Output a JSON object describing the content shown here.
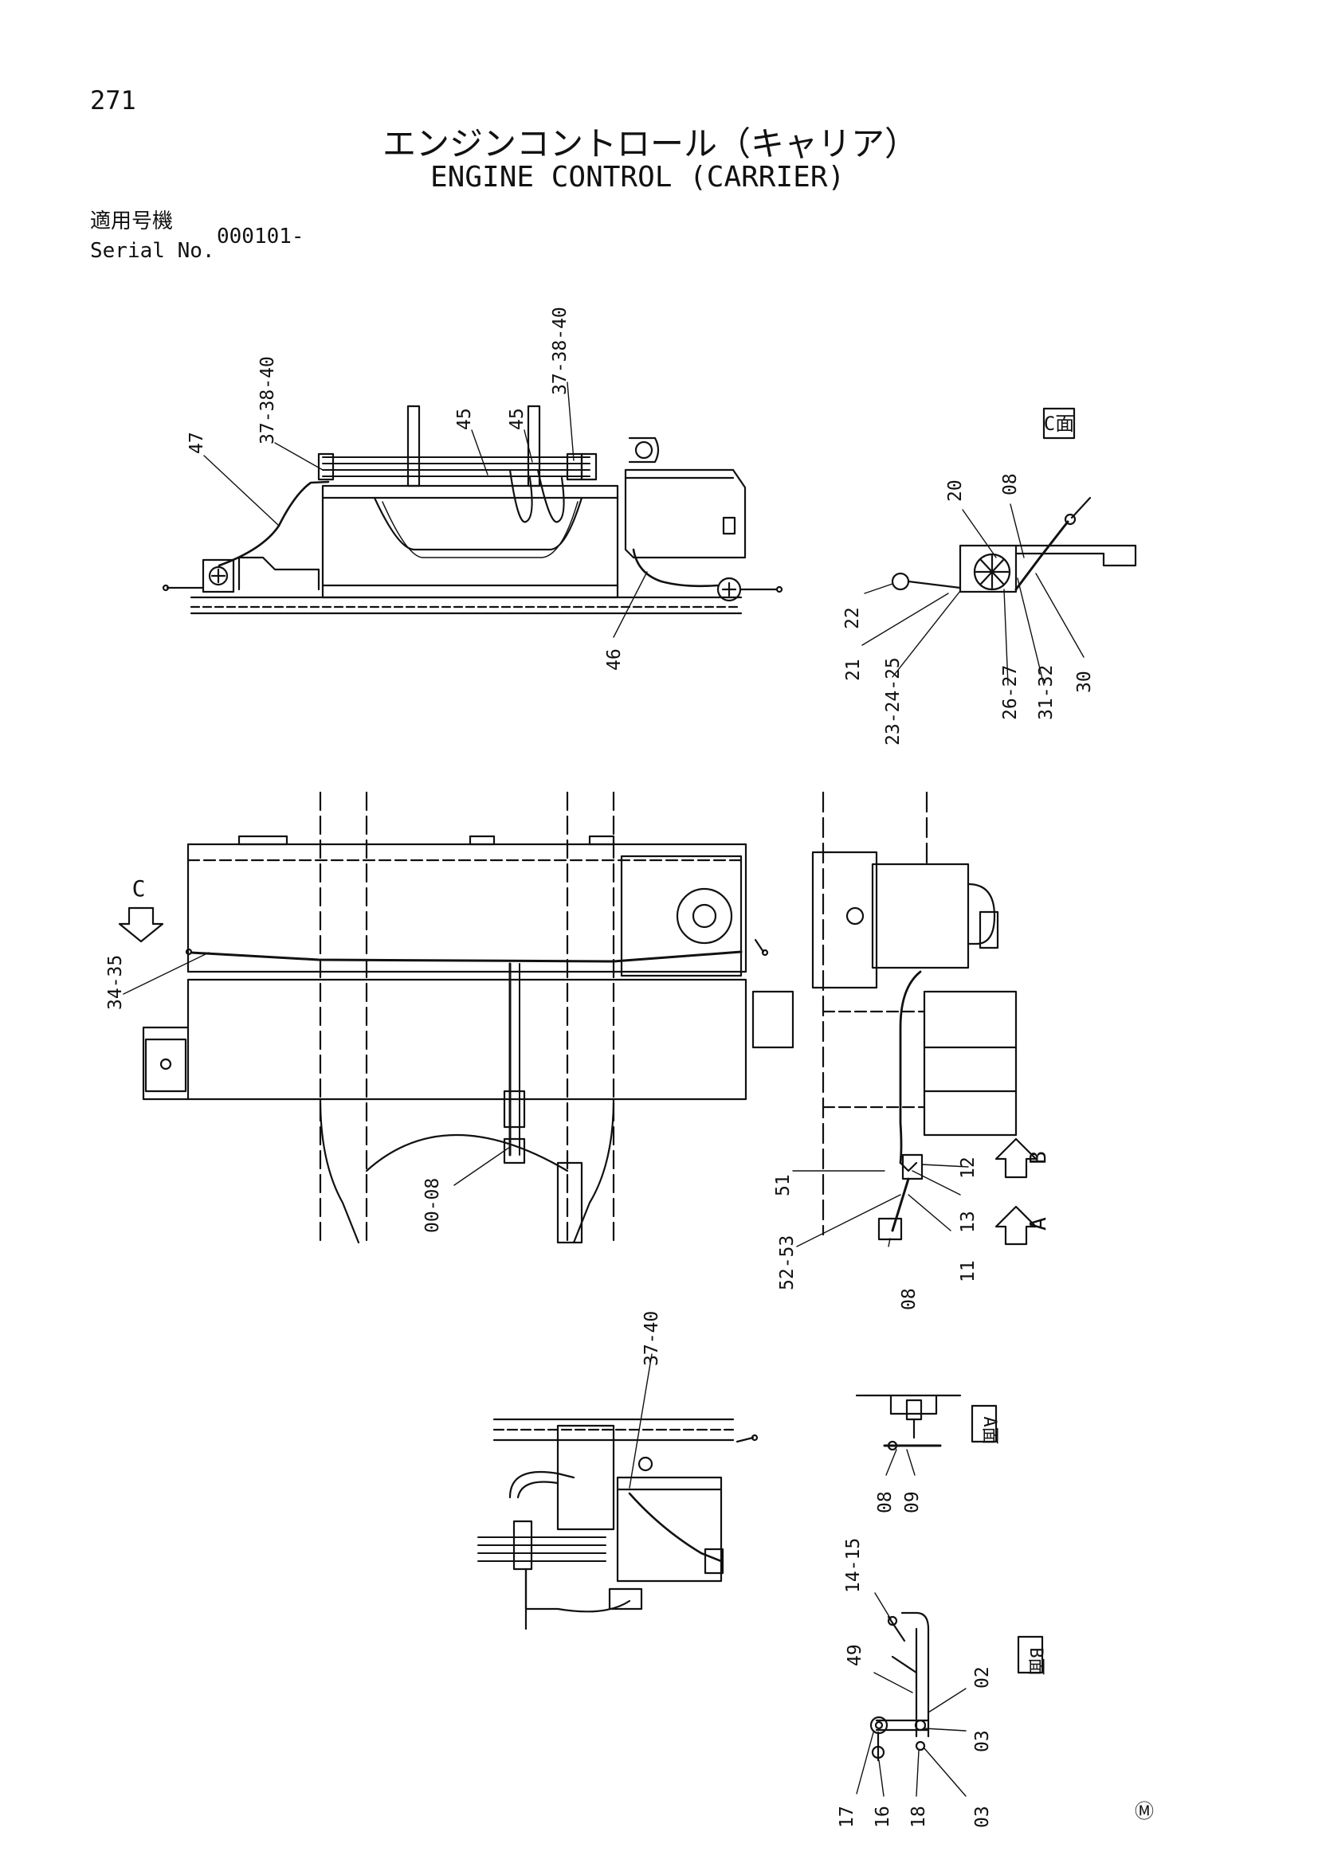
{
  "header": {
    "page_number": "271",
    "title_jp": "エンジンコントロール（キャリア）",
    "title_en": "ENGINE CONTROL (CARRIER)",
    "serial_label_jp": "適用号機",
    "serial_label_en": "Serial No.",
    "serial_value": "000101-"
  },
  "views": {
    "c": "C面",
    "a": "A面",
    "b": "B面"
  },
  "arrows": {
    "c": "C",
    "b": "B",
    "a": "A"
  },
  "callouts": {
    "top": [
      "47",
      "37-38-40",
      "45",
      "45",
      "37-38-40",
      "46"
    ],
    "c_view": [
      "20",
      "08",
      "22",
      "21",
      "23-24-25",
      "26-27",
      "31-32",
      "30"
    ],
    "plan": [
      "34-35",
      "00-08"
    ],
    "side": [
      "51",
      "52-53",
      "08",
      "11",
      "13",
      "12"
    ],
    "lower": [
      "37-40"
    ],
    "a_view": [
      "08",
      "09"
    ],
    "b_view": [
      "14-15",
      "49",
      "02",
      "03",
      "03",
      "17",
      "16",
      "18"
    ]
  },
  "footer": {
    "mark": "Ⓜ"
  }
}
